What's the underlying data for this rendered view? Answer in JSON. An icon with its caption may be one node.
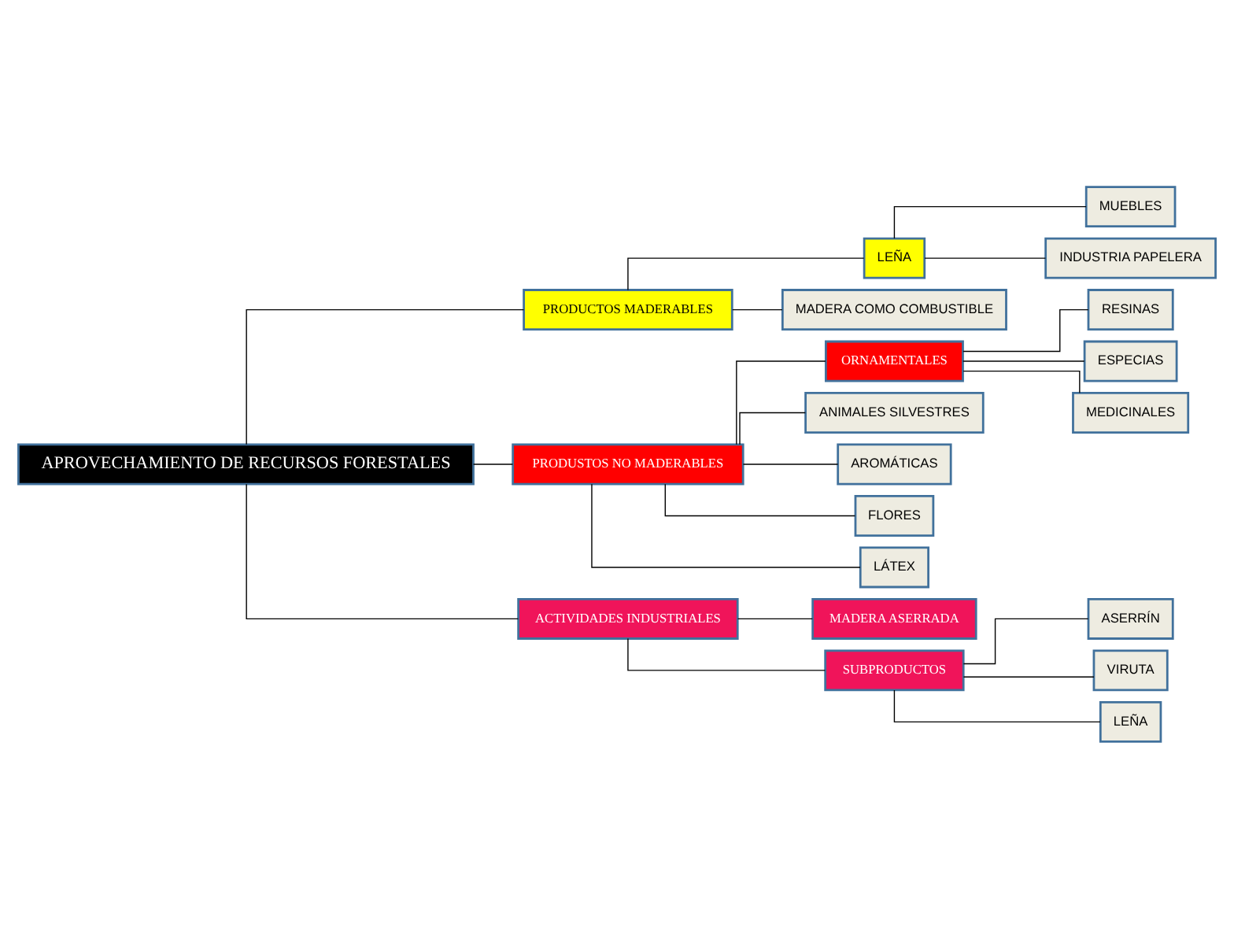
{
  "diagram": {
    "nodes": [
      {
        "text": [
          "APROVECHAMIENTO DE RECURSOS FORESTALES"
        ]
      },
      {
        "text": [
          "PRODUCTOS MADERABLES"
        ]
      },
      {
        "text": [
          "LEÑA"
        ]
      },
      {
        "text": [
          "MUEBLES"
        ]
      },
      {
        "text": [
          "INDUSTRIA PAPELERA"
        ]
      },
      {
        "text": [
          "MADERA COMO COMBUSTIBLE"
        ]
      },
      {
        "text": [
          "PRODUSTOS NO MADERABLES"
        ]
      },
      {
        "text": [
          "ORNAMENTALES"
        ]
      },
      {
        "text": [
          "RESINAS"
        ]
      },
      {
        "text": [
          "ESPECIAS"
        ]
      },
      {
        "text": [
          "MEDICINALES"
        ]
      },
      {
        "text": [
          "ANIMALES SILVESTRES"
        ]
      },
      {
        "text": [
          "AROMÁTICAS"
        ]
      },
      {
        "text": [
          "FLORES"
        ]
      },
      {
        "text": [
          "LÁTEX"
        ]
      },
      {
        "text": [
          "ACTIVIDADES INDUSTRIALES"
        ]
      },
      {
        "text": [
          "MADERA ASERRADA"
        ]
      },
      {
        "text": [
          "SUBPRODUCTOS"
        ]
      },
      {
        "text": [
          "ASERRÍN"
        ]
      },
      {
        "text": [
          "VIRUTA"
        ]
      },
      {
        "text": [
          "LEÑA"
        ]
      }
    ],
    "edges": [
      {
        "from": 0,
        "to": 1,
        "arrow": "none"
      },
      {
        "from": 0,
        "to": 6,
        "arrow": "none"
      },
      {
        "from": 0,
        "to": 15,
        "arrow": "none"
      },
      {
        "from": 1,
        "to": 2,
        "arrow": "none"
      },
      {
        "from": 2,
        "to": 3,
        "arrow": "none"
      },
      {
        "from": 2,
        "to": 4,
        "arrow": "none"
      },
      {
        "from": 1,
        "to": 5,
        "arrow": "none"
      },
      {
        "from": 6,
        "to": 7,
        "arrow": "none"
      },
      {
        "from": 7,
        "to": 8,
        "arrow": "none"
      },
      {
        "from": 7,
        "to": 9,
        "arrow": "none"
      },
      {
        "from": 7,
        "to": 10,
        "arrow": "none"
      },
      {
        "from": 6,
        "to": 11,
        "arrow": "none"
      },
      {
        "from": 6,
        "to": 12,
        "arrow": "none"
      },
      {
        "from": 6,
        "to": 13,
        "arrow": "none"
      },
      {
        "from": 6,
        "to": 14,
        "arrow": "none"
      },
      {
        "from": 15,
        "to": 16,
        "arrow": "none"
      },
      {
        "from": 15,
        "to": 17,
        "arrow": "none"
      },
      {
        "from": 17,
        "to": 18,
        "arrow": "none"
      },
      {
        "from": 17,
        "to": 19,
        "arrow": "none"
      },
      {
        "from": 17,
        "to": 20,
        "arrow": "none"
      }
    ]
  }
}
